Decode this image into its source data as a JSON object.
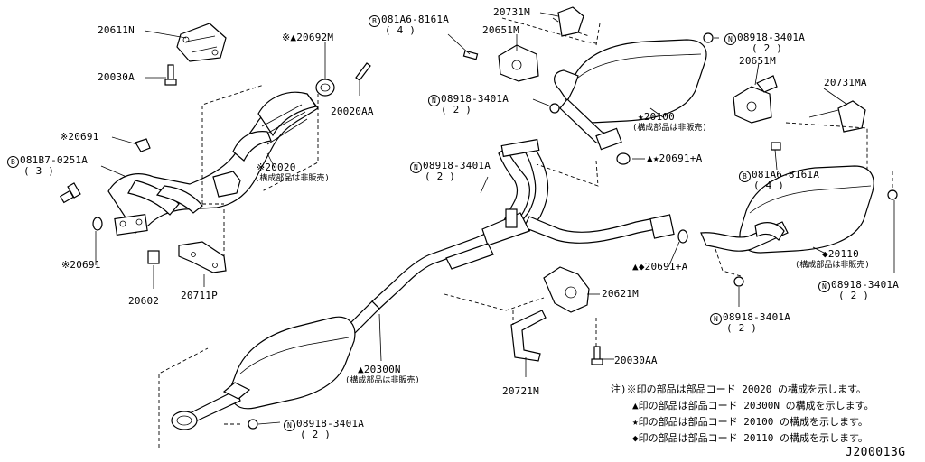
{
  "reference_code": "J200013G",
  "parts": [
    {
      "id": "p_20611N",
      "label": "20611N"
    },
    {
      "id": "p_20030A",
      "label": "20030A"
    },
    {
      "id": "p_20692M",
      "label": "※▲20692M"
    },
    {
      "id": "p_20020AA",
      "label": "20020AA"
    },
    {
      "id": "p_20691a",
      "label": "※20691"
    },
    {
      "id": "p_081B7",
      "label": "081B7-0251A",
      "circle": "B",
      "qty": "( 3 )"
    },
    {
      "id": "p_20020",
      "label": "※20020",
      "sub": "(構成部品は非販売)"
    },
    {
      "id": "p_20691b",
      "label": "※20691"
    },
    {
      "id": "p_20602",
      "label": "20602"
    },
    {
      "id": "p_20711P",
      "label": "20711P"
    },
    {
      "id": "p_081A6a",
      "label": "081A6-8161A",
      "circle": "B",
      "qty": "( 4 )"
    },
    {
      "id": "p_20731M",
      "label": "20731M"
    },
    {
      "id": "p_20651Ma",
      "label": "20651M"
    },
    {
      "id": "p_08918a",
      "label": "08918-3401A",
      "circle": "N",
      "qty": "( 2 )"
    },
    {
      "id": "p_08918b",
      "label": "08918-3401A",
      "circle": "N",
      "qty": "( 2 )"
    },
    {
      "id": "p_20100",
      "label": "★20100",
      "sub": "(構成部品は非販売)"
    },
    {
      "id": "p_20651Mb",
      "label": "20651M"
    },
    {
      "id": "p_20731MA",
      "label": "20731MA"
    },
    {
      "id": "p_20691A1",
      "label": "▲★20691+A"
    },
    {
      "id": "p_081A6b",
      "label": "081A6-8161A",
      "circle": "B",
      "qty": "( 4 )"
    },
    {
      "id": "p_08918c",
      "label": "08918-3401A",
      "circle": "N",
      "qty": "( 2 )"
    },
    {
      "id": "p_20110",
      "label": "◆20110",
      "sub": "(構成部品は非販売)"
    },
    {
      "id": "p_20691A2",
      "label": "▲◆20691+A"
    },
    {
      "id": "p_08918d",
      "label": "08918-3401A",
      "circle": "N",
      "qty": "( 2 )"
    },
    {
      "id": "p_20621M",
      "label": "20621M"
    },
    {
      "id": "p_08918e",
      "label": "08918-3401A",
      "circle": "N",
      "qty": "( 2 )"
    },
    {
      "id": "p_20300N",
      "label": "▲20300N",
      "sub": "(構成部品は非販売)"
    },
    {
      "id": "p_20030AA",
      "label": "20030AA"
    },
    {
      "id": "p_20721M",
      "label": "20721M"
    },
    {
      "id": "p_08918f",
      "label": "08918-3401A",
      "circle": "N",
      "qty": "( 2 )"
    }
  ],
  "notes": [
    "注)※印の部品は部品コード 20020 の構成を示します。",
    "▲印の部品は部品コード 20300N の構成を示します。",
    "★印の部品は部品コード 20100 の構成を示します。",
    "◆印の部品は部品コード 20110 の構成を示します。"
  ]
}
